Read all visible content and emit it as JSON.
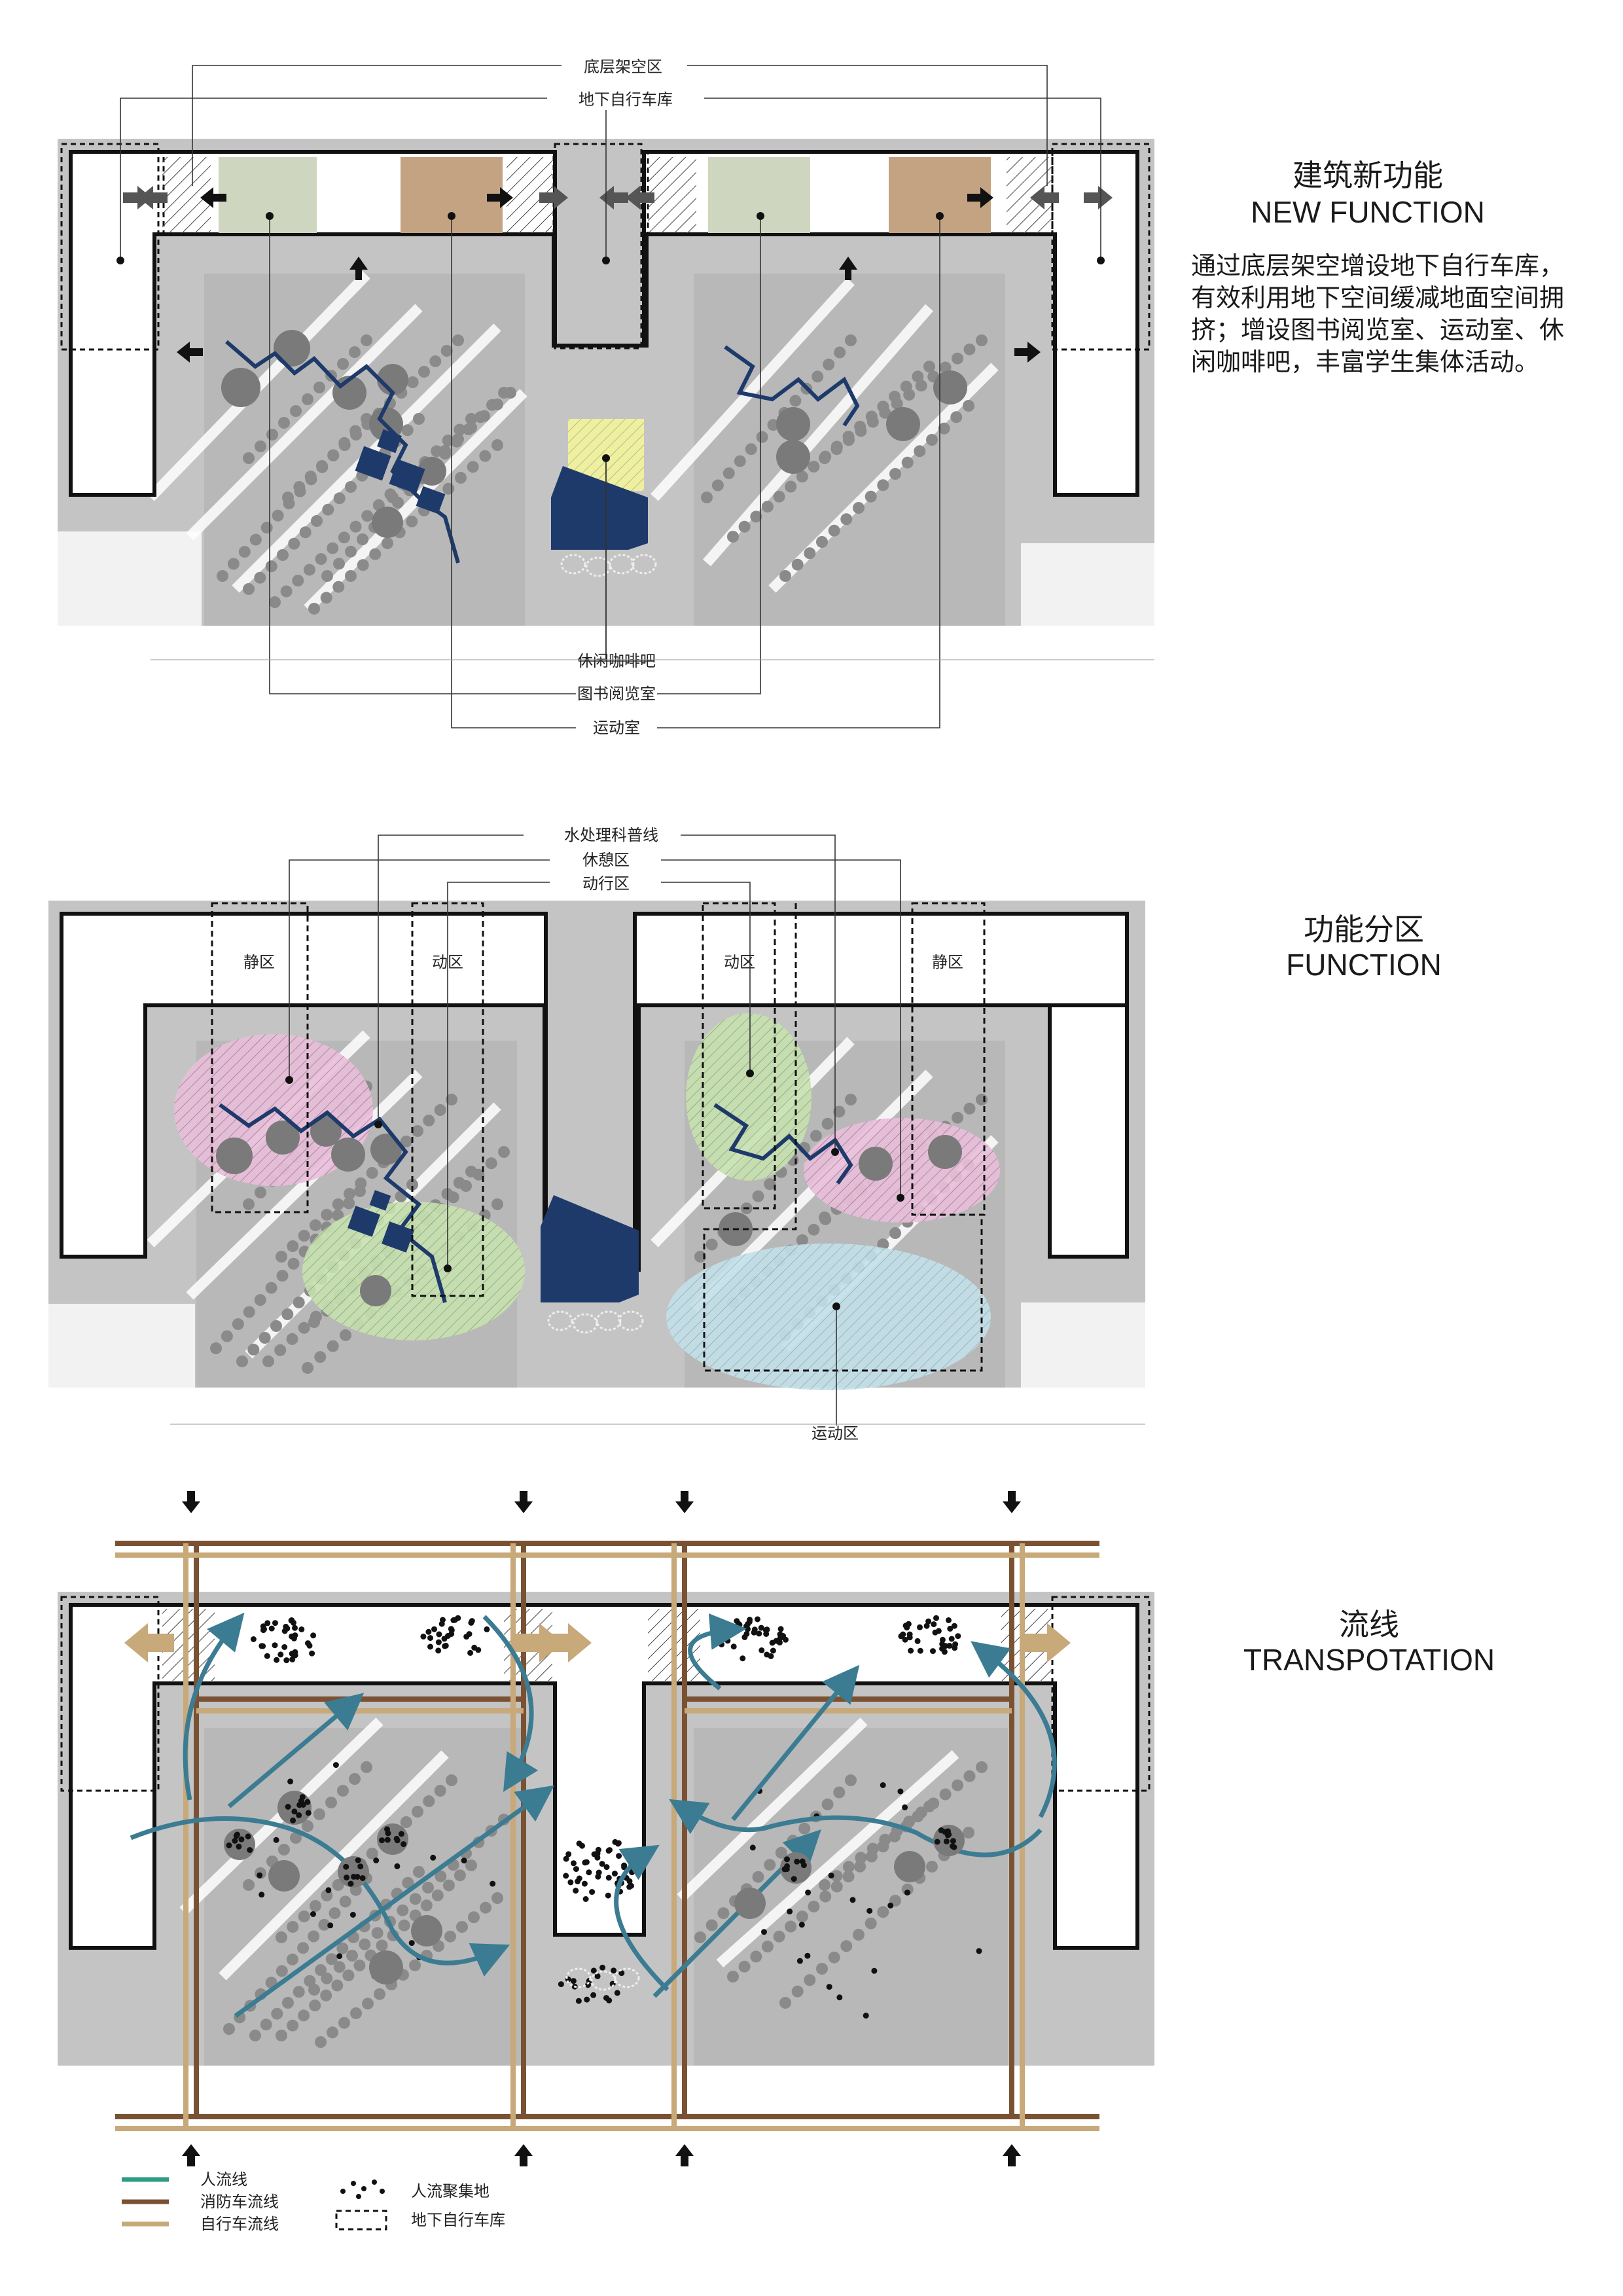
{
  "panel1": {
    "title_cn": "建筑新功能",
    "title_en": "NEW FUNCTION",
    "description": [
      "通过底层架空增设地下自行车库，",
      "有效利用地下空间缓减地面空间拥",
      "挤；增设图书阅览室、运动室、休",
      "闲咖啡吧，丰富学生集体活动。"
    ],
    "top_labels": [
      "底层架空区",
      "地下自行车库"
    ],
    "bottom_labels": [
      "休闲咖啡吧",
      "图书阅览室",
      "运动室"
    ]
  },
  "panel2": {
    "title_cn": "功能分区",
    "title_en": "FUNCTION",
    "top_labels": [
      "水处理科普线",
      "休憩区",
      "动行区"
    ],
    "zone_labels": [
      "静区",
      "动区",
      "动区",
      "静区"
    ],
    "bottom_label": "运动区"
  },
  "panel3": {
    "title_cn": "流线",
    "title_en": "TRANSPOTATION"
  },
  "legend": [
    {
      "label": "人流线",
      "color": "#2f9a86"
    },
    {
      "label": "消防车流线",
      "color": "#7a5233"
    },
    {
      "label": "自行车流线",
      "color": "#c7a97a"
    },
    {
      "label": "人流聚集地"
    },
    {
      "label": "地下自行车库"
    }
  ],
  "colors": {
    "site_gray": "#c4c4c4",
    "tree_gray": "#8a8a8a",
    "navy": "#1e3a6b",
    "sage": "#cfd6bf",
    "tan": "#c4a382",
    "yellow": "#eef0a0",
    "pink": "#e8bfd9",
    "green": "#c7e0b0",
    "cyan": "#bfdde6",
    "flow_blue": "#3b7c93",
    "fire_brown": "#7a5233",
    "bike_tan": "#c7a97a"
  }
}
